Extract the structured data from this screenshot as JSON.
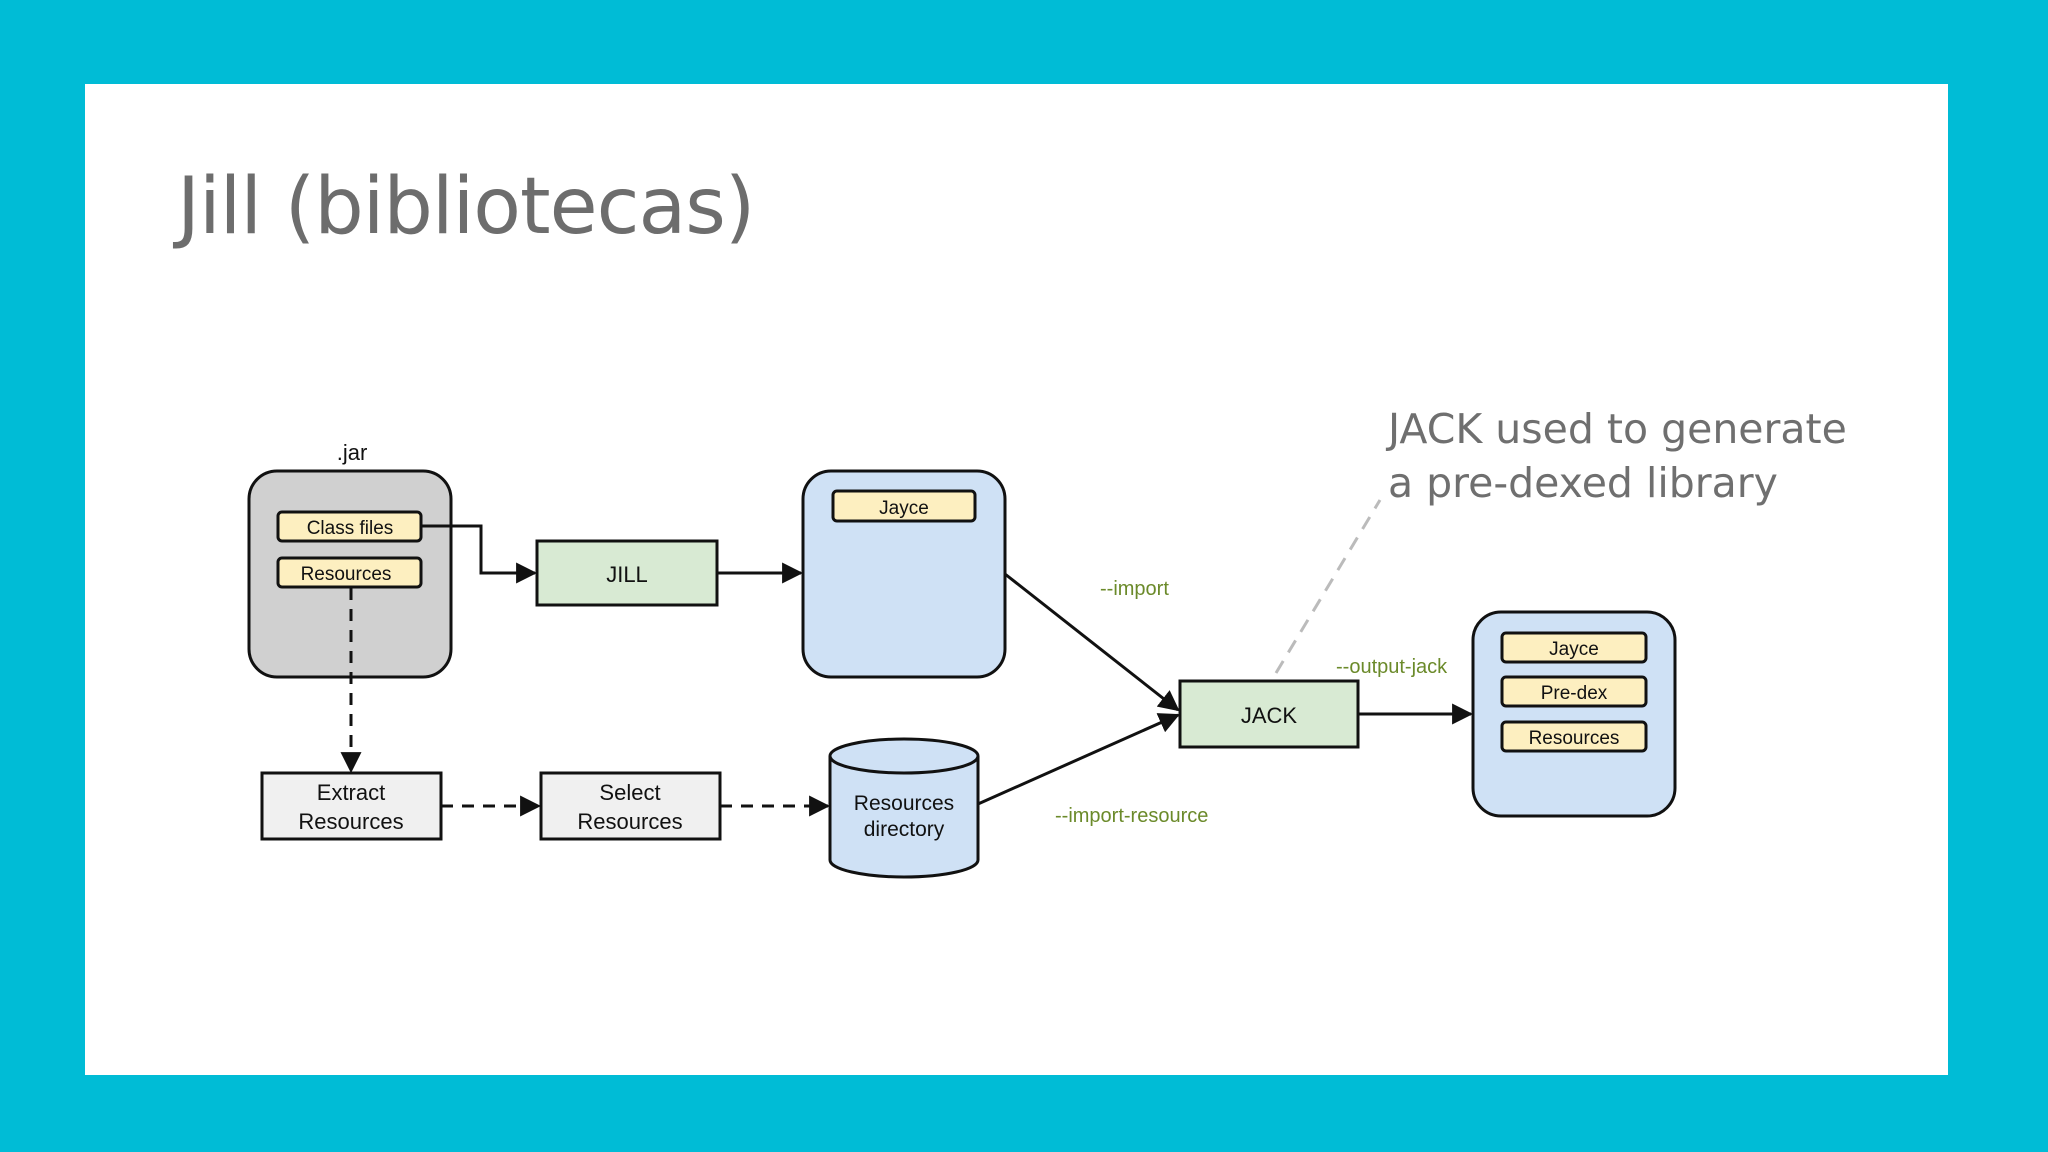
{
  "slide": {
    "title": "Jill (bibliotecas)"
  },
  "colors": {
    "frame": "#00bcd6",
    "slide_bg": "#ffffff",
    "jar_fill": "#d0d0d0",
    "file_fill": "#fdefc0",
    "tool_fill": "#d8ead3",
    "container_fill": "#cfe1f5",
    "step_fill": "#f0f0f0",
    "edge_label": "#6b8a2a",
    "annotation": "#6f6f6f"
  },
  "diagram": {
    "jar": {
      "label": ".jar",
      "class_files": "Class files",
      "resources": "Resources"
    },
    "jill": "JILL",
    "jayce_library": {
      "jayce": "Jayce"
    },
    "extract_resources": [
      "Extract",
      "Resources"
    ],
    "select_resources": [
      "Select",
      "Resources"
    ],
    "resources_directory": [
      "Resources",
      "directory"
    ],
    "jack": "JACK",
    "output_library": {
      "jayce": "Jayce",
      "pre_dex": "Pre-dex",
      "resources": "Resources"
    },
    "edge_labels": {
      "import": "--import",
      "import_resource": "--import-resource",
      "output_jack": "--output-jack"
    },
    "annotation": [
      "JACK used to generate",
      "a pre-dexed library"
    ]
  }
}
